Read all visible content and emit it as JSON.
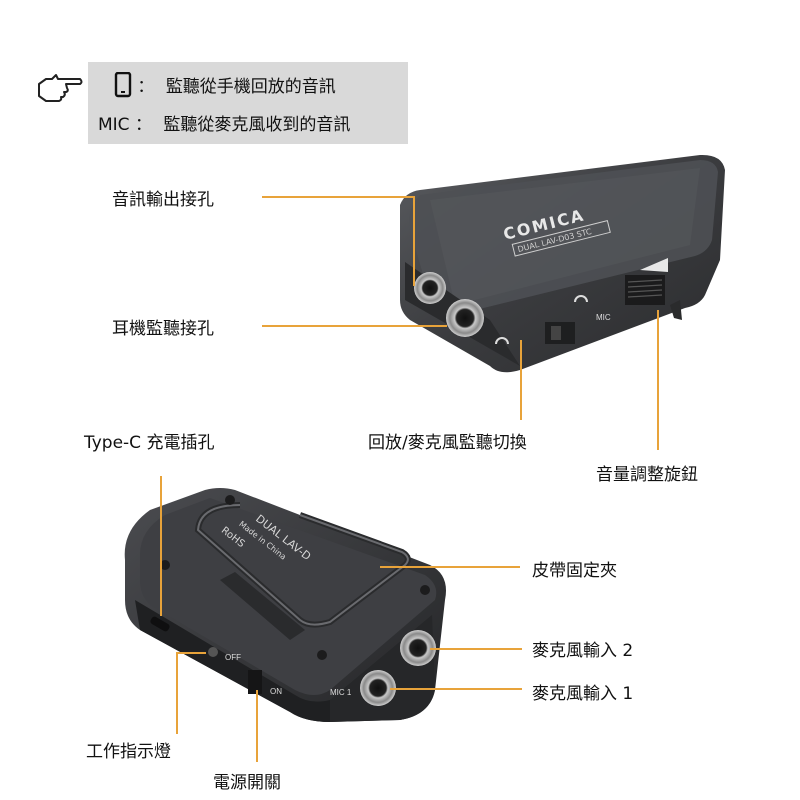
{
  "legend": {
    "rows": [
      {
        "key_icon": "phone-icon",
        "colon": "：",
        "text": "監聽從手機回放的音訊"
      },
      {
        "key_text": "MIC",
        "colon": "：",
        "text": "監聽從麥克風收到的音訊"
      }
    ],
    "pointer_icon": "pointing-hand-icon"
  },
  "device_top": {
    "brand": "COMICA",
    "model": "DUAL LAV-D03 STC",
    "switch_label_mic": "MIC"
  },
  "device_bottom": {
    "switch_off": "OFF",
    "switch_on": "ON",
    "port_label": "MIC 1",
    "back_text_1": "DUAL LAV-D",
    "back_text_2": "Made in China",
    "back_text_3": "RoHS"
  },
  "callouts": {
    "audio_out": "音訊輸出接孔",
    "headphone": "耳機監聽接孔",
    "type_c": "Type-C 充電插孔",
    "monitor_switch": "回放/麥克風監聽切換",
    "volume_knob": "音量調整旋鈕",
    "belt_clip": "皮帶固定夾",
    "mic_in_2": "麥克風輸入 2",
    "mic_in_1": "麥克風輸入 1",
    "indicator": "工作指示燈",
    "power_switch": "電源開關"
  },
  "colors": {
    "leader": "#e8a33a",
    "legend_bg": "#d9d9d9",
    "device_body": "#3a3b3e"
  }
}
